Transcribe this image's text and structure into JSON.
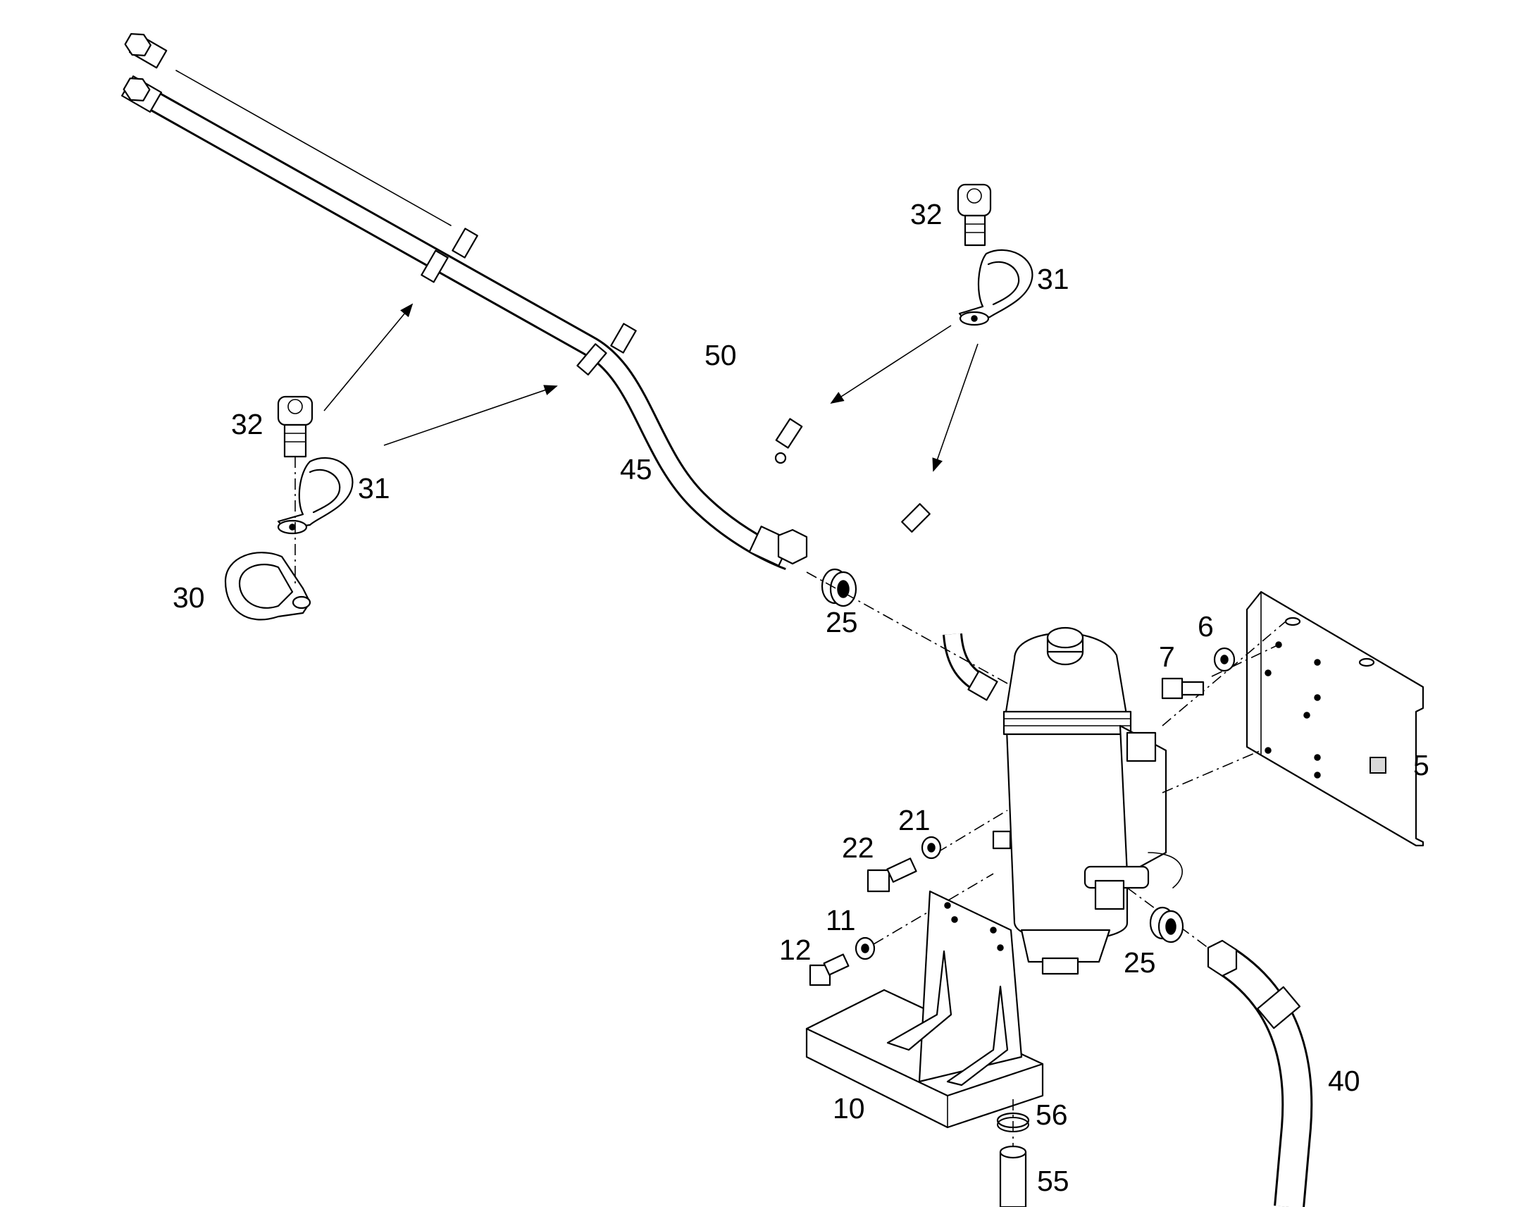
{
  "colors": {
    "line": "#000000",
    "background": "#ffffff",
    "shade": "#d9d9d9"
  },
  "callouts": [
    {
      "id": "c32a",
      "label": "32"
    },
    {
      "id": "c31a",
      "label": "31"
    },
    {
      "id": "c50",
      "label": "50"
    },
    {
      "id": "c32b",
      "label": "32"
    },
    {
      "id": "c31b",
      "label": "31"
    },
    {
      "id": "c45",
      "label": "45"
    },
    {
      "id": "c30",
      "label": "30"
    },
    {
      "id": "c25a",
      "label": "25"
    },
    {
      "id": "c7",
      "label": "7"
    },
    {
      "id": "c6",
      "label": "6"
    },
    {
      "id": "c5",
      "label": "5"
    },
    {
      "id": "c21",
      "label": "21"
    },
    {
      "id": "c22",
      "label": "22"
    },
    {
      "id": "c11",
      "label": "11"
    },
    {
      "id": "c12",
      "label": "12"
    },
    {
      "id": "c25b",
      "label": "25"
    },
    {
      "id": "c40",
      "label": "40"
    },
    {
      "id": "c10",
      "label": "10"
    },
    {
      "id": "c56",
      "label": "56"
    },
    {
      "id": "c55",
      "label": "55"
    }
  ]
}
